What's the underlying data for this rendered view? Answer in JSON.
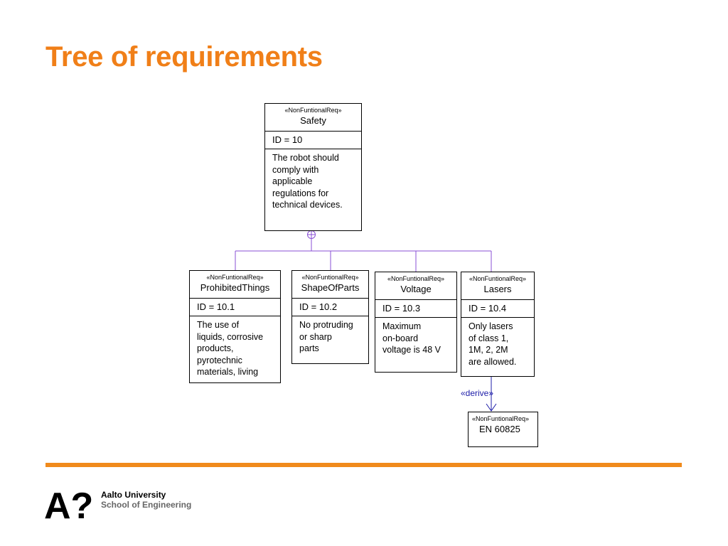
{
  "title": "Tree of requirements",
  "colors": {
    "title": "#f07f18",
    "footer_rule": "#f08a1c",
    "connector": "#8a4fd6",
    "derive": "#1c1ca8",
    "school_text": "#666666"
  },
  "requirements": {
    "safety": {
      "stereotype": "«NonFuntionalReq»",
      "name": "Safety",
      "id": "ID = 10",
      "text": "The robot should\ncomply with\napplicable\nregulations for\ntechnical devices."
    },
    "prohibited": {
      "stereotype": "«NonFuntionalReq»",
      "name": "ProhibitedThings",
      "id": "ID = 10.1",
      "text": "The use of\nliquids, corrosive\nproducts,\npyrotechnic\nmaterials, living"
    },
    "shape": {
      "stereotype": "«NonFuntionalReq»",
      "name": "ShapeOfParts",
      "id": "ID = 10.2",
      "text": "No protruding\nor sharp\nparts"
    },
    "voltage": {
      "stereotype": "«NonFuntionalReq»",
      "name": "Voltage",
      "id": "ID = 10.3",
      "text": "Maximum\non-board\nvoltage is 48 V"
    },
    "lasers": {
      "stereotype": "«NonFuntionalReq»",
      "name": "Lasers",
      "id": "ID = 10.4",
      "text": "Only lasers\nof class 1,\n1M, 2, 2M\nare allowed."
    },
    "en60825": {
      "stereotype": "«NonFuntionalReq»",
      "name": "EN 60825"
    }
  },
  "derive_label": "«derive»",
  "footer": {
    "logo_mark": "A?",
    "university": "Aalto University",
    "school": "School of Engineering"
  }
}
